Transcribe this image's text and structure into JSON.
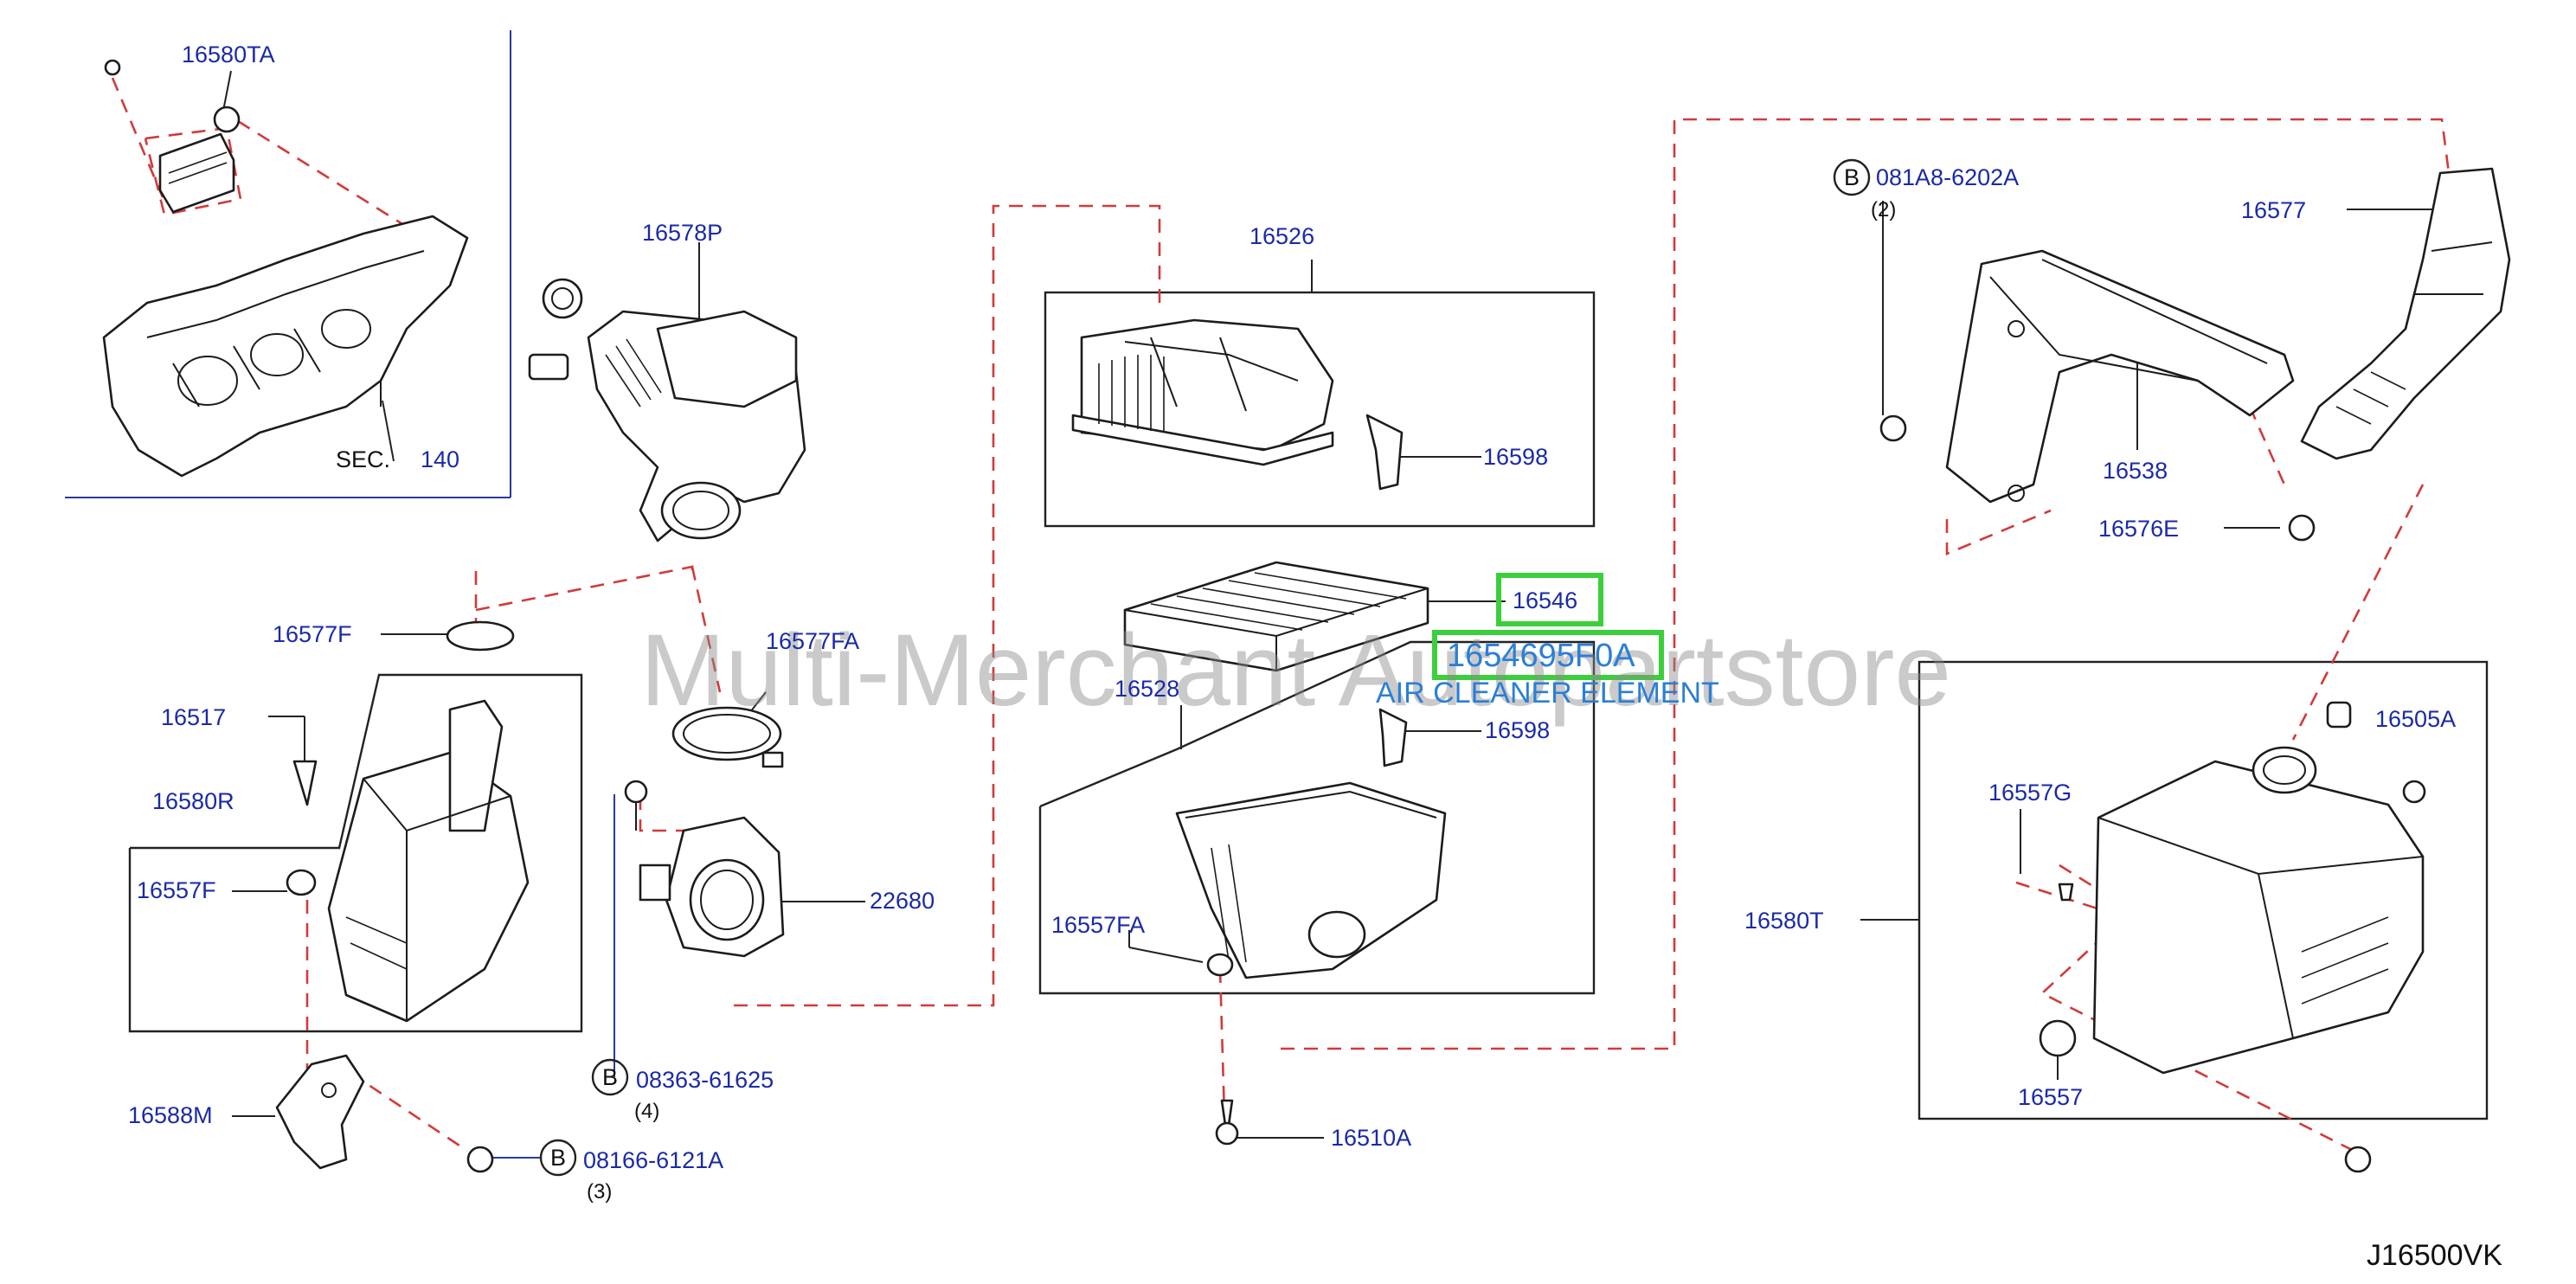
{
  "labels": {
    "p16580TA": "16580TA",
    "sec": "SEC.",
    "sec_num": "140",
    "p16578P": "16578P",
    "p16526": "16526",
    "p16598_top": "16598",
    "p16546": "16546",
    "p16546_alt": "1654695F0A",
    "air_cleaner": "AIR CLEANER ELEMENT",
    "p16528": "16528",
    "p16598_mid": "16598",
    "p16577F": "16577F",
    "p16577FA": "16577FA",
    "p16517": "16517",
    "p16580R": "16580R",
    "p16557F": "16557F",
    "p22680": "22680",
    "p16557FA": "16557FA",
    "p16588M": "16588M",
    "bolt_b1": "08363-61625",
    "bolt_b1_qty": "(4)",
    "bolt_b2": "08166-6121A",
    "bolt_b2_qty": "(3)",
    "p16510A": "16510A",
    "bolt_b3": "081A8-6202A",
    "bolt_b3_qty": "(2)",
    "p16577": "16577",
    "p16538": "16538",
    "p16576E": "16576E",
    "p16505A": "16505A",
    "p16557G": "16557G",
    "p16580T": "16580T",
    "p16557": "16557",
    "b_marker": "B",
    "watermark": "Multi-Merchant Autopartstore",
    "diagram_code": "J16500VK"
  },
  "colors": {
    "part_label": "#1a2aa8",
    "dashed_line": "#d23a3a",
    "highlight_box": "#3ccf3c",
    "note_text": "#2a7fd6"
  }
}
